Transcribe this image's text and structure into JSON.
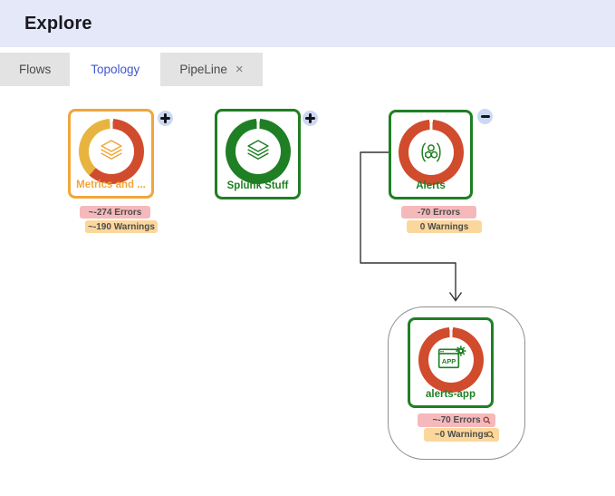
{
  "header": {
    "title": "Explore"
  },
  "tabs": [
    {
      "label": "Flows",
      "active": false
    },
    {
      "label": "Topology",
      "active": true
    },
    {
      "label": "PipeLine",
      "active": false,
      "close_label": "×",
      "close_icon": "close-icon"
    }
  ],
  "colors": {
    "header_bg": "#e5e8f8",
    "tab_active_text": "#3f58cc",
    "status_orange": "#f0a63c",
    "status_green": "#1f7f24",
    "ring_red": "#d14b2d",
    "ring_gold": "#e8b440",
    "error_badge_bg": "#f6b9bb",
    "warning_badge_bg": "#fbd79c",
    "action_button_bg": "#ccd8f3"
  },
  "canvas": {
    "nodes": [
      {
        "id": "metrics",
        "label": "Metrics and ...",
        "icon": "layers-icon",
        "status_color": "#f0a63c",
        "ring": "red+gold partial donut",
        "action_icon": "plus-icon",
        "errors_badge": "~-274 Errors",
        "warnings_badge": "~-190 Warnings"
      },
      {
        "id": "splunk-stuff",
        "label": "Splunk Stuff",
        "icon": "layers-icon",
        "status_color": "#1f7f24",
        "ring": "green full donut",
        "action_icon": "plus-icon"
      },
      {
        "id": "alerts",
        "label": "Alerts",
        "icon": "hex-cluster-icon",
        "status_color": "#1f7f24",
        "ring": "red full donut",
        "action_icon": "minus-icon",
        "errors_badge": "-70 Errors",
        "warnings_badge": "0 Warnings"
      },
      {
        "id": "alerts-app",
        "label": "alerts-app",
        "icon": "app-window-icon",
        "icon_text": "APP",
        "status_color": "#1f7f24",
        "ring": "red full donut",
        "zoom_icon": "magnifier-icon",
        "errors_badge": "~-70 Errors",
        "warnings_badge": "~0 Warnings"
      }
    ],
    "edge": {
      "from": "alerts",
      "to": "alerts-app"
    }
  }
}
